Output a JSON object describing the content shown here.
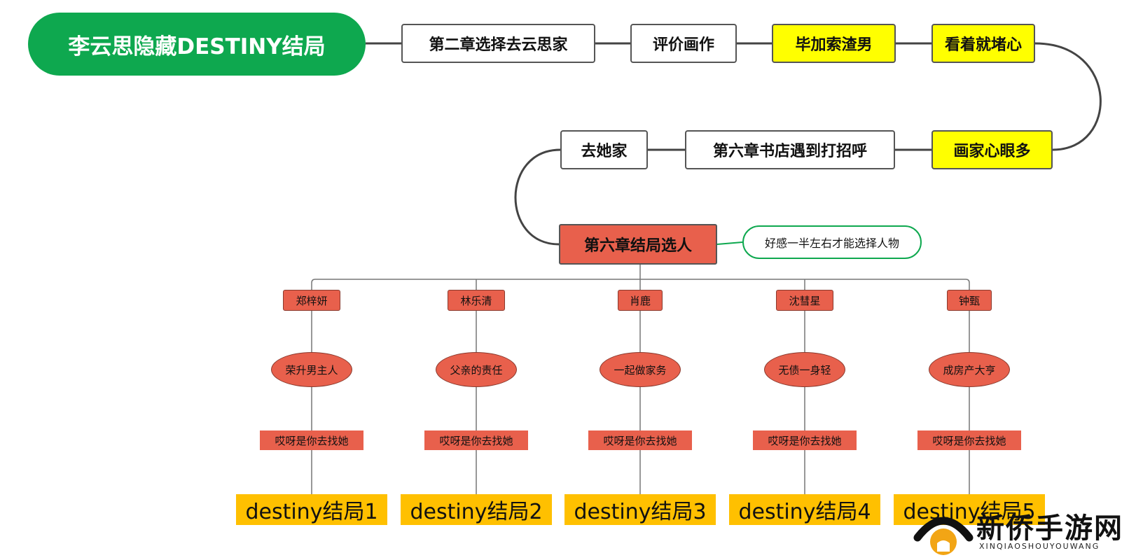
{
  "root": {
    "title": "李云思隐藏DESTINY结局"
  },
  "flow": {
    "step1": "第二章选择去云思家",
    "step2": "评价画作",
    "step3": "毕加索渣男",
    "step4": "看着就堵心",
    "step5": "画家心眼多",
    "step6": "第六章书店遇到打招呼",
    "step7": "去她家"
  },
  "hub": {
    "title": "第六章结局选人",
    "note": "好感一半左右才能选择人物"
  },
  "branches": [
    {
      "name": "郑梓妍",
      "choice": "荣升男主人",
      "line": "哎呀是你去找她",
      "ending": "destiny结局1"
    },
    {
      "name": "林乐清",
      "choice": "父亲的责任",
      "line": "哎呀是你去找她",
      "ending": "destiny结局2"
    },
    {
      "name": "肖鹿",
      "choice": "一起做家务",
      "line": "哎呀是你去找她",
      "ending": "destiny结局3"
    },
    {
      "name": "沈彗星",
      "choice": "无债一身轻",
      "line": "哎呀是你去找她",
      "ending": "destiny结局4"
    },
    {
      "name": "钟甄",
      "choice": "成房产大亨",
      "line": "哎呀是你去找她",
      "ending": "destiny结局5"
    }
  ],
  "watermark": {
    "title": "新侨手游网",
    "subtitle": "XINQIAOSHOUYOUWANG"
  },
  "colors": {
    "root": "#0ea84f",
    "highlight": "#ffff00",
    "branch": "#e8604c",
    "ending": "#ffc000"
  }
}
